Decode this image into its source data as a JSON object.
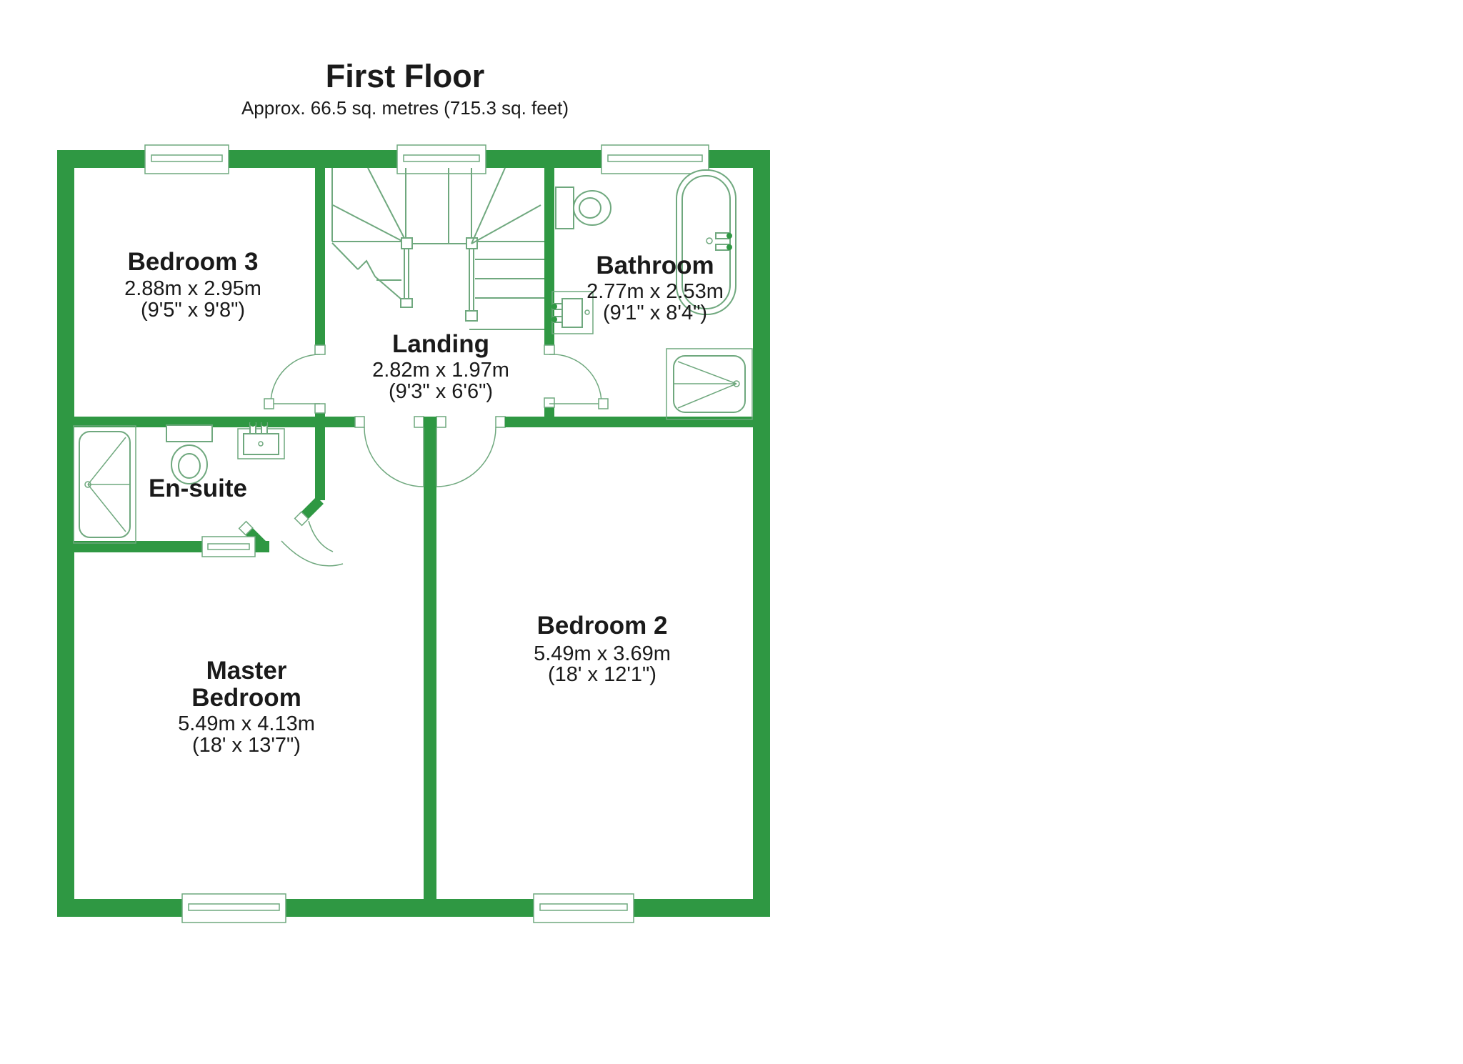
{
  "title": "First Floor",
  "subtitle": "Approx. 66.5 sq. metres (715.3 sq. feet)",
  "colors": {
    "wall": "#2F9843",
    "line": "#6FA87E",
    "text": "#1a1a1a"
  },
  "rooms": {
    "bedroom3": {
      "name": "Bedroom 3",
      "metric": "2.88m x 2.95m",
      "imperial": "(9'5\" x 9'8\")"
    },
    "landing": {
      "name": "Landing",
      "metric": "2.82m x 1.97m",
      "imperial": "(9'3\" x 6'6\")"
    },
    "bathroom": {
      "name": "Bathroom",
      "metric": "2.77m x 2.53m",
      "imperial": "(9'1\" x 8'4\")"
    },
    "ensuite": {
      "name": "En-suite"
    },
    "master": {
      "name_line1": "Master",
      "name_line2": "Bedroom",
      "metric": "5.49m x 4.13m",
      "imperial": "(18' x 13'7\")"
    },
    "bedroom2": {
      "name": "Bedroom 2",
      "metric": "5.49m x 3.69m",
      "imperial": "(18' x 12'1\")"
    }
  }
}
